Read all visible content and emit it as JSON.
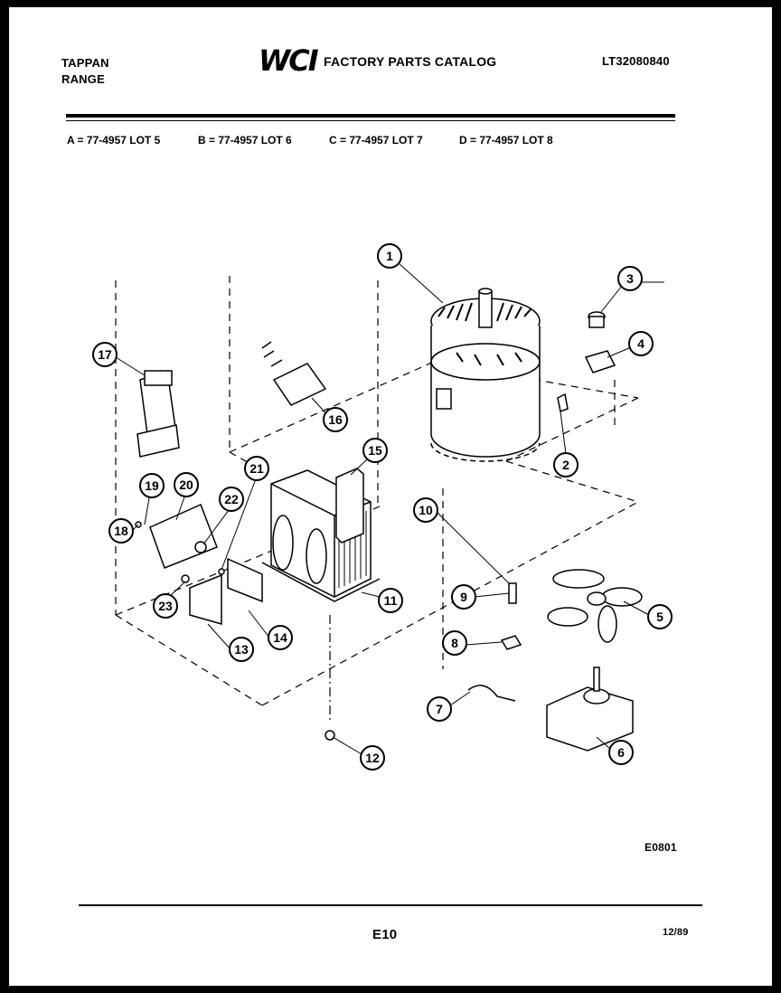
{
  "header": {
    "brand_line1": "TAPPAN",
    "brand_line2": "RANGE",
    "logo_text": "WCI",
    "catalog_title": "FACTORY PARTS CATALOG",
    "model_number": "LT32080840"
  },
  "lots": [
    "A = 77-4957 LOT 5",
    "B = 77-4957 LOT 6",
    "C = 77-4957 LOT 7",
    "D = 77-4957  LOT  8"
  ],
  "diagram": {
    "callouts": [
      "1",
      "2",
      "3",
      "4",
      "5",
      "6",
      "7",
      "8",
      "9",
      "10",
      "11",
      "12",
      "13",
      "14",
      "15",
      "16",
      "17",
      "18",
      "19",
      "20",
      "21",
      "22",
      "23"
    ]
  },
  "footer": {
    "figure_code": "E0801",
    "page_number": "E10",
    "date_code": "12/89"
  }
}
